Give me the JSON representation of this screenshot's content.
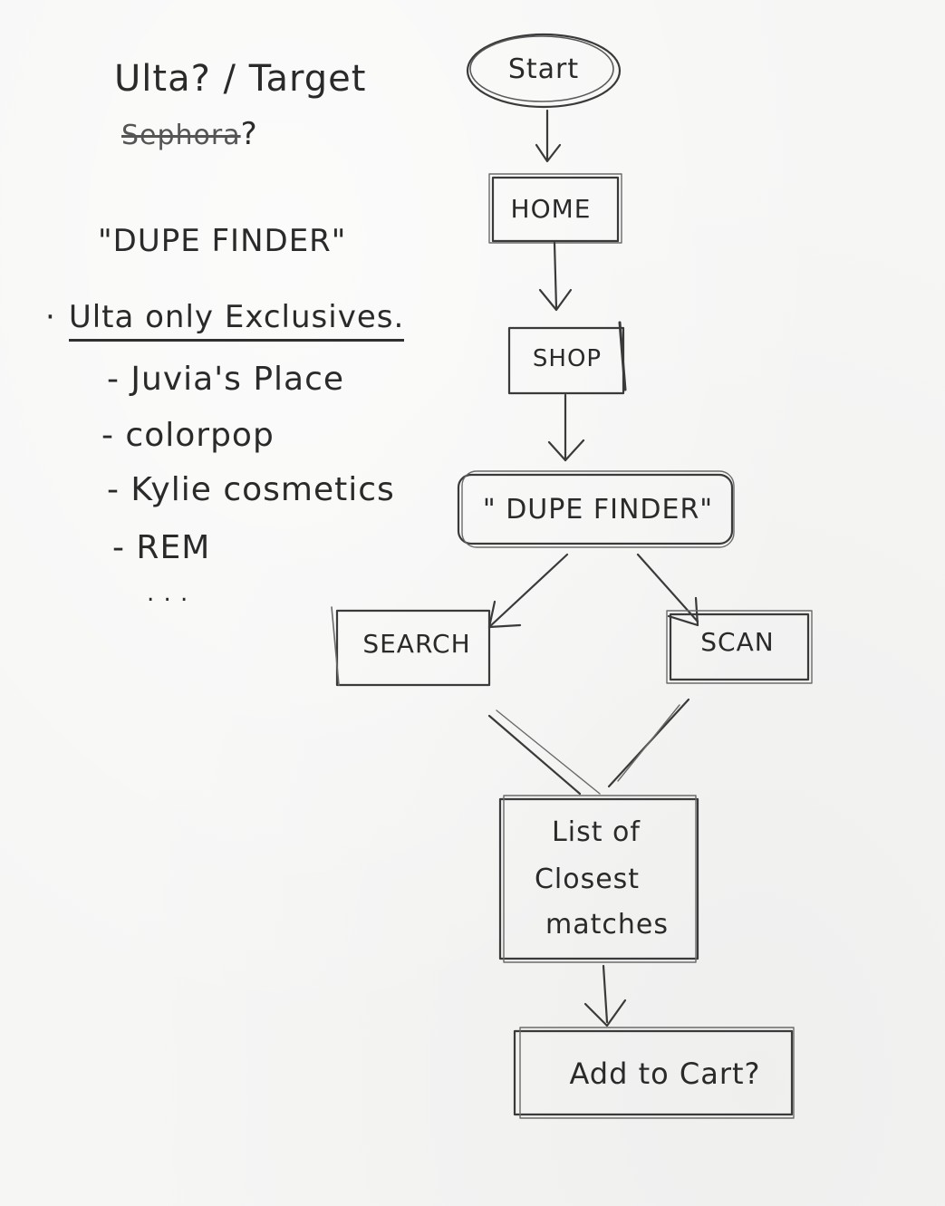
{
  "notes": {
    "store_options": "Ulta? / Target",
    "crossed_out": "Sephora",
    "crossed_out_q": "?",
    "concept": "\"DUPE FINDER\"",
    "list_heading_bullet": "·",
    "list_heading": "Ulta only Exclusives.",
    "items": [
      "- Juvia's Place",
      "- colorpop",
      "- Kylie cosmetics",
      "- REM"
    ],
    "ellipsis": ". . ."
  },
  "flow": {
    "start": "Start",
    "home": "HOME",
    "shop": "SHOP",
    "dupe_finder": "\" DUPE FINDER\"",
    "search": "SEARCH",
    "scan": "SCAN",
    "matches_line1": "List of",
    "matches_line2": "Closest",
    "matches_line3": "matches",
    "cart": "Add to Cart?"
  },
  "colors": {
    "pencil": "#3a3a3a",
    "pencil_light": "#6a6a6a",
    "paper": "#f6f6f5"
  }
}
